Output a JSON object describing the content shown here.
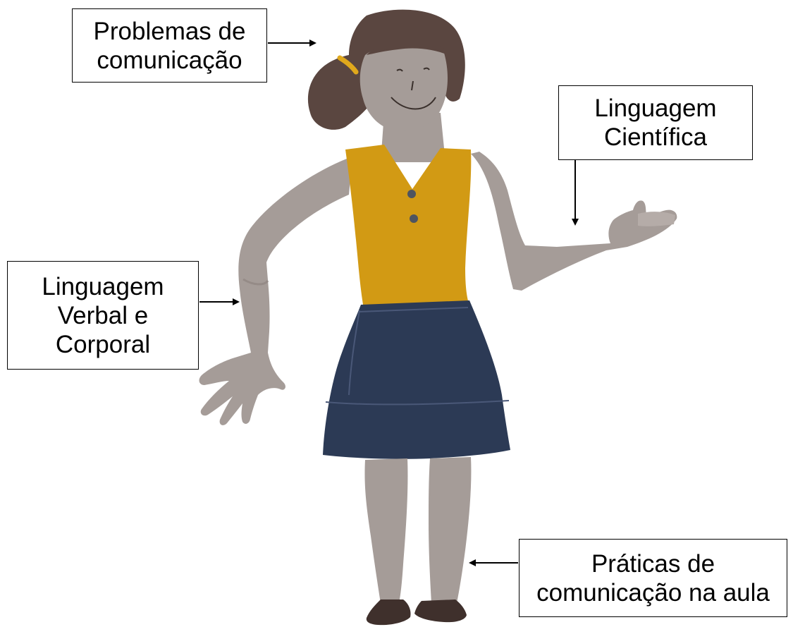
{
  "labels": {
    "problemas": "Problemas de\ncomunicação",
    "cientifica": "Linguagem\nCientífica",
    "verbal": "Linguagem\nVerbal e\nCorporal",
    "praticas": "Práticas de\ncomunicação na aula"
  },
  "colors": {
    "skin": "#a59c98",
    "skin_shadow": "#958b87",
    "hair": "#5a4640",
    "hair_band": "#e0a81c",
    "blouse": "#d29a14",
    "blouse_button": "#4e5460",
    "skirt": "#2c3a55",
    "skirt_stitch": "#4a5878",
    "shoes": "#3f302c",
    "face_lines": "#3a302c",
    "arrow": "#000000",
    "box_border": "#000000"
  }
}
